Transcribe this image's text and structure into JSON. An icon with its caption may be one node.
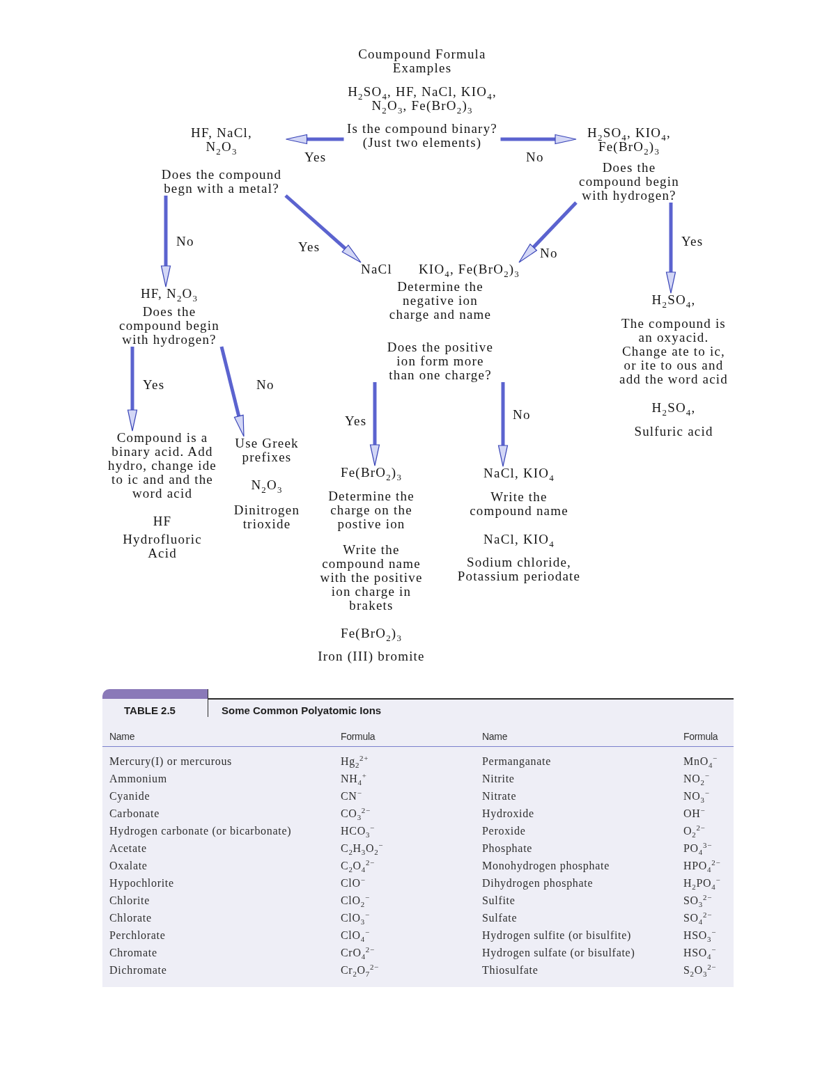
{
  "diagram": {
    "nodes": [
      {
        "text": [
          "Coumpound Formula Examples",
          "H$_{2}$SO$_{4}$, HF, NaCl, KIO$_{4}$, N$_{2}$O$_{3}$, Fe(BrO$_{2}$)$_{3}$",
          "Is the compound binary? (Just two elements)"
        ]
      },
      {
        "text": [
          "HF, NaCl, N$_{2}$O$_{3}$",
          "Does the compound begn with a metal?"
        ]
      },
      {
        "text": [
          "H$_{2}$SO$_{4}$, KIO$_{4}$, Fe(BrO$_{2}$)$_{3}$",
          "Does the compound begin with hydrogen?"
        ]
      },
      {
        "text": [
          "NaCl",
          "KIO$_{4}$, Fe(BrO$_{2}$)$_{3}$",
          "Determine the negative ion charge and name",
          "Does the positive ion form more than one charge?"
        ]
      },
      {
        "text": [
          "HF, N$_{2}$O$_{3}$",
          "Does the compound begin with hydrogen?"
        ]
      },
      {
        "text": [
          "H$_{2}$SO$_{4}$,",
          "The compound is an oxyacid. Change ate to ic, or ite to ous and add the word acid",
          "H$_{2}$SO$_{4}$,",
          "Sulfuric acid"
        ]
      },
      {
        "text": [
          "Compound is a binary acid. Add hydro, change ide to ic and and the word acid",
          "HF",
          "Hydrofluoric Acid"
        ]
      },
      {
        "text": [
          "Use Greek prefixes",
          "N$_{2}$O$_{3}$",
          "Dinitrogen trioxide"
        ]
      },
      {
        "text": [
          "Fe(BrO$_{2}$)$_{3}$",
          "Determine the charge on the postive ion",
          "Write the compound name with the positive ion charge in brakets",
          "Fe(BrO$_{2}$)$_{3}$",
          "Iron (III) bromite"
        ]
      },
      {
        "text": [
          "NaCl, KIO$_{4}$",
          "Write the compound name",
          "NaCl, KIO$_{4}$",
          "Sodium chloride, Potassium periodate"
        ]
      }
    ],
    "edges": [
      {
        "from": 0,
        "to": 1,
        "arrow": "to",
        "label": "Yes"
      },
      {
        "from": 0,
        "to": 2,
        "arrow": "to",
        "label": "No"
      },
      {
        "from": 1,
        "to": 4,
        "arrow": "to",
        "label": "No"
      },
      {
        "from": 1,
        "to": 3,
        "arrow": "to",
        "label": "Yes"
      },
      {
        "from": 2,
        "to": 3,
        "arrow": "to",
        "label": "No"
      },
      {
        "from": 2,
        "to": 5,
        "arrow": "to",
        "label": "Yes"
      },
      {
        "from": 4,
        "to": 6,
        "arrow": "to",
        "label": "Yes"
      },
      {
        "from": 4,
        "to": 7,
        "arrow": "to",
        "label": "No"
      },
      {
        "from": 3,
        "to": 8,
        "arrow": "to",
        "label": "Yes"
      },
      {
        "from": 3,
        "to": 9,
        "arrow": "to",
        "label": "No"
      }
    ],
    "labels": [
      "TABLE 2.5",
      "Some Common Polyatomic Ions",
      "Name",
      "Formula",
      "Name",
      "Formula",
      "Mercury(I) or mercurous",
      "Hg$_{2}$$^{2+}$",
      "Permanganate",
      "MnO$_{4}$$^{−}$",
      "Ammonium",
      "NH$_{4}$$^{+}$",
      "Nitrite",
      "NO$_{2}$$^{−}$",
      "Cyanide",
      "CN$^{−}$",
      "Nitrate",
      "NO$_{3}$$^{−}$",
      "Carbonate",
      "CO$_{3}$$^{2−}$",
      "Hydroxide",
      "OH$^{−}$",
      "Hydrogen carbonate (or bicarbonate)",
      "HCO$_{3}$$^{−}$",
      "Peroxide",
      "O$_{2}$$^{2−}$",
      "Acetate",
      "C$_{2}$H$_{3}$O$_{2}$$^{−}$",
      "Phosphate",
      "PO$_{4}$$^{3−}$",
      "Oxalate",
      "C$_{2}$O$_{4}$$^{2−}$",
      "Monohydrogen phosphate",
      "HPO$_{4}$$^{2−}$",
      "Hypochlorite",
      "ClO$^{−}$",
      "Dihydrogen phosphate",
      "H$_{2}$PO$_{4}$$^{−}$",
      "Chlorite",
      "ClO$_{2}$$^{−}$",
      "Sulfite",
      "SO$_{3}$$^{2−}$",
      "Chlorate",
      "ClO$_{3}$$^{−}$",
      "Sulfate",
      "SO$_{4}$$^{2−}$",
      "Perchlorate",
      "ClO$_{4}$$^{−}$",
      "Hydrogen sulfite (or bisulfite)",
      "HSO$_{3}$$^{−}$",
      "Chromate",
      "CrO$_{4}$$^{2−}$",
      "Hydrogen sulfate (or bisulfate)",
      "HSO$_{4}$$^{−}$",
      "Dichromate",
      "Cr$_{2}$O$_{7}$$^{2−}$",
      "Thiosulfate",
      "S$_{2}$O$_{3}$$^{2−}$"
    ]
  }
}
